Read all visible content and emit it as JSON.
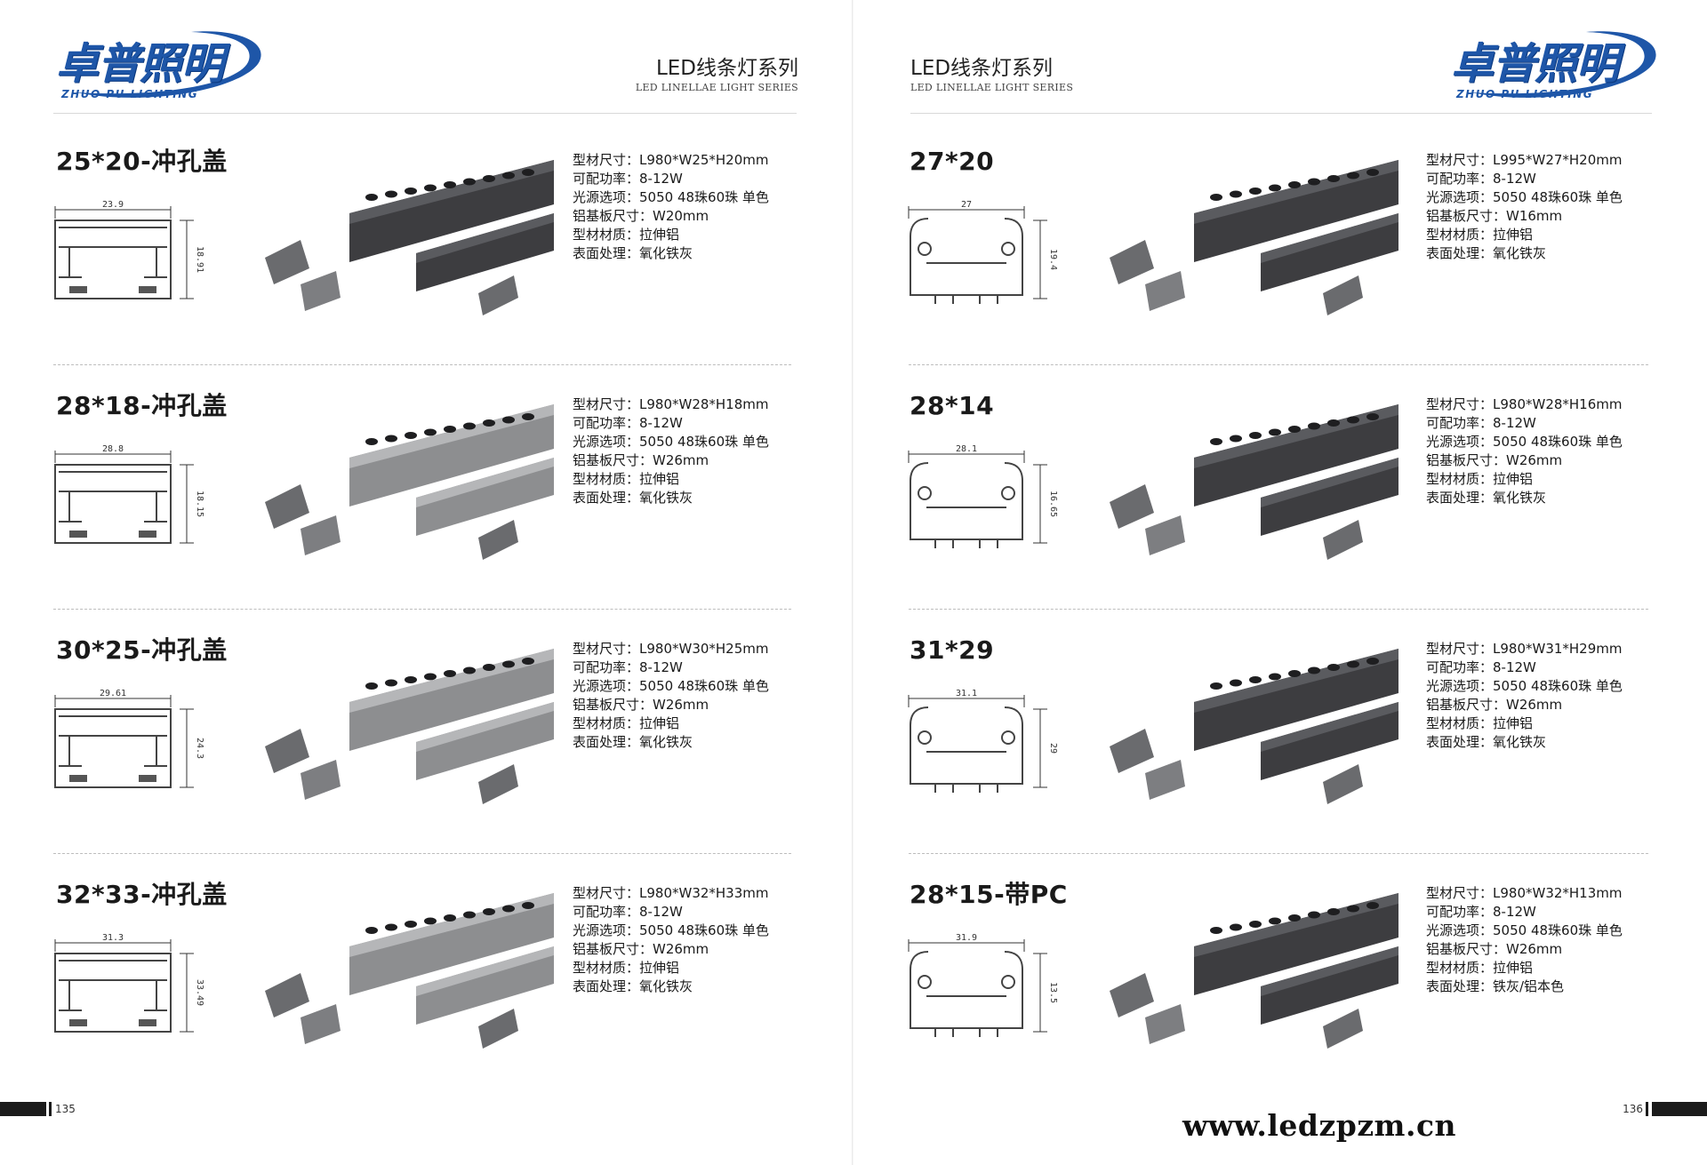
{
  "header": {
    "logo_cn": "卓普照明",
    "logo_en": "ZHUO PU LIGHTING",
    "series_cn": "LED线条灯系列",
    "series_en": "LED LINELLAE LIGHT SERIES"
  },
  "colors": {
    "logo_blue": "#1e56a8",
    "text": "#1a1a1a",
    "profile_gray": "#4a4a4a",
    "product_dark": "#3d3d40",
    "product_silver": "#8d8e90"
  },
  "footer": {
    "left_page": "135",
    "right_page": "136",
    "website": "www.ledzpzm.cn"
  },
  "left_products": [
    {
      "title": "25*20-冲孔盖",
      "dims": [
        "23.9",
        "18.91"
      ],
      "specs": [
        "型材尺寸：L980*W25*H20mm",
        "可配功率：8-12W",
        "光源选项：5050 48珠60珠 单色",
        "铝基板尺寸：W20mm",
        "型材材质：拉伸铝",
        "表面处理：氧化铁灰"
      ]
    },
    {
      "title": "28*18-冲孔盖",
      "dims": [
        "28.8",
        "18.15"
      ],
      "specs": [
        "型材尺寸：L980*W28*H18mm",
        "可配功率：8-12W",
        "光源选项：5050 48珠60珠 单色",
        "铝基板尺寸：W26mm",
        "型材材质：拉伸铝",
        "表面处理：氧化铁灰"
      ]
    },
    {
      "title": "30*25-冲孔盖",
      "dims": [
        "29.61",
        "24.3"
      ],
      "specs": [
        "型材尺寸：L980*W30*H25mm",
        "可配功率：8-12W",
        "光源选项：5050 48珠60珠 单色",
        "铝基板尺寸：W26mm",
        "型材材质：拉伸铝",
        "表面处理：氧化铁灰"
      ]
    },
    {
      "title": "32*33-冲孔盖",
      "dims": [
        "31.3",
        "33.49"
      ],
      "specs": [
        "型材尺寸：L980*W32*H33mm",
        "可配功率：8-12W",
        "光源选项：5050 48珠60珠 单色",
        "铝基板尺寸：W26mm",
        "型材材质：拉伸铝",
        "表面处理：氧化铁灰"
      ]
    }
  ],
  "right_products": [
    {
      "title": "27*20",
      "dims": [
        "27",
        "19.4"
      ],
      "specs": [
        "型材尺寸：L995*W27*H20mm",
        "可配功率：8-12W",
        "光源选项：5050 48珠60珠 单色",
        "铝基板尺寸：W16mm",
        "型材材质：拉伸铝",
        "表面处理：氧化铁灰"
      ]
    },
    {
      "title": "28*14",
      "dims": [
        "28.1",
        "16.65"
      ],
      "specs": [
        "型材尺寸：L980*W28*H16mm",
        "可配功率：8-12W",
        "光源选项：5050 48珠60珠 单色",
        "铝基板尺寸：W26mm",
        "型材材质：拉伸铝",
        "表面处理：氧化铁灰"
      ]
    },
    {
      "title": "31*29",
      "dims": [
        "31.1",
        "29"
      ],
      "specs": [
        "型材尺寸：L980*W31*H29mm",
        "可配功率：8-12W",
        "光源选项：5050 48珠60珠 单色",
        "铝基板尺寸：W26mm",
        "型材材质：拉伸铝",
        "表面处理：氧化铁灰"
      ]
    },
    {
      "title": "28*15-带PC",
      "dims": [
        "31.9",
        "13.5"
      ],
      "specs": [
        "型材尺寸：L980*W32*H13mm",
        "可配功率：8-12W",
        "光源选项：5050 48珠60珠 单色",
        "铝基板尺寸：W26mm",
        "型材材质：拉伸铝",
        "表面处理：铁灰/铝本色"
      ]
    }
  ]
}
